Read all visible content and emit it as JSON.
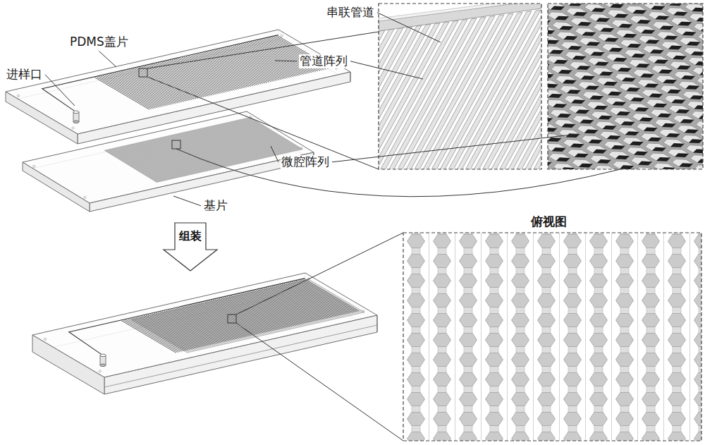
{
  "diagram": {
    "nodes": [
      {
        "text": [
          "组装"
        ]
      }
    ],
    "labels": [
      "串联管道",
      "PDMS盖片",
      "进样口",
      "管道阵列",
      "微腔阵列",
      "基片",
      "俯视图"
    ]
  }
}
